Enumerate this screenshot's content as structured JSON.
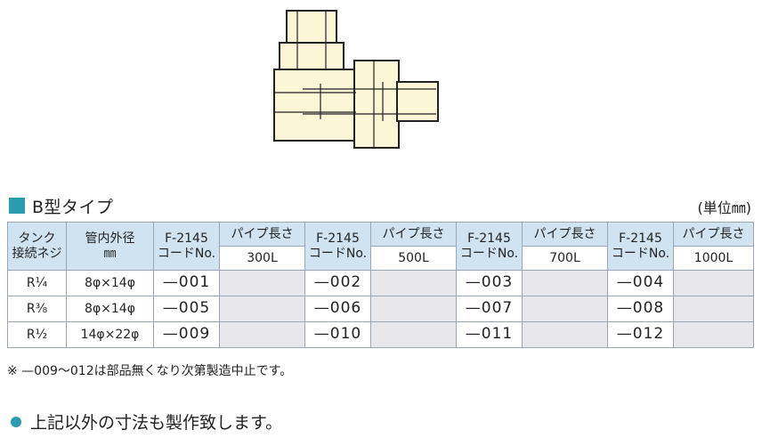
{
  "section": {
    "title": "B型タイプ",
    "unit": "(単位㎜)"
  },
  "table": {
    "col_tank": "タンク\n接続ネジ",
    "col_pipe": "管内外径\n㎜",
    "col_code": "F-2145\nコードNo.",
    "col_length": "パイプ長さ",
    "lengths": [
      "300L",
      "500L",
      "700L",
      "1000L"
    ],
    "rows": [
      {
        "thread": "R¼",
        "diameter": "8φ×14φ",
        "codes": [
          "—001",
          "—002",
          "—003",
          "—004"
        ]
      },
      {
        "thread": "R⅜",
        "diameter": "8φ×14φ",
        "codes": [
          "—005",
          "—006",
          "—007",
          "—008"
        ]
      },
      {
        "thread": "R½",
        "diameter": "14φ×22φ",
        "codes": [
          "—009",
          "—010",
          "—011",
          "—012"
        ]
      }
    ]
  },
  "note": "※ —009〜012は部品無くなり次第製造中止です。",
  "bullet": "上記以外の寸法も製作致します。",
  "colors": {
    "accent": "#2a9bb0",
    "header_bg": "#cfe3f1",
    "empty_cell": "#e8e8ec",
    "part_fill": "#fbf6d6"
  }
}
